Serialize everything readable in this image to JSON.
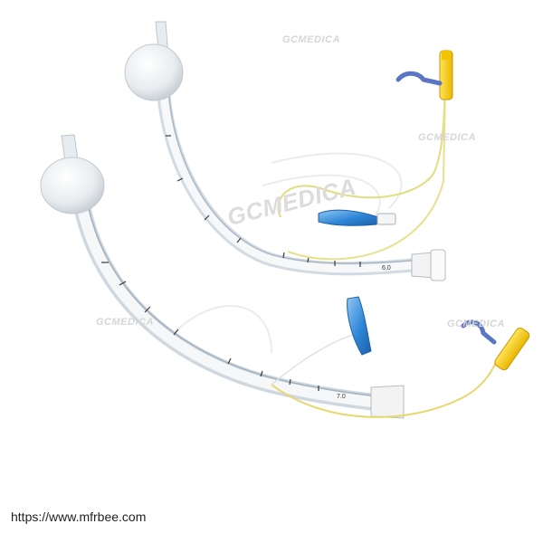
{
  "image": {
    "subject": "Two endotracheal tubes with inflation cuffs, pilot lines and pilot balloons",
    "background_color": "#ffffff",
    "tube_colors": {
      "tube": "#dfe7ee",
      "radio_line": "#b8c9d6",
      "pilot_line": "#e6d86a",
      "pilot_balloon": "#2f7fd0",
      "valve_cap": "#f2cf1e",
      "clip": "#5e79c4"
    }
  },
  "watermarks": {
    "top_right": "GCMEDICA",
    "right_mid": "GCMEDICA",
    "center": "GCMEDICA",
    "left_mid": "GCMEDICA",
    "right_low": "GCMEDICA"
  },
  "tube_markings": {
    "upper": "6.0",
    "lower": "7.0"
  },
  "footer": {
    "url": "https://www.mfrbee.com"
  }
}
